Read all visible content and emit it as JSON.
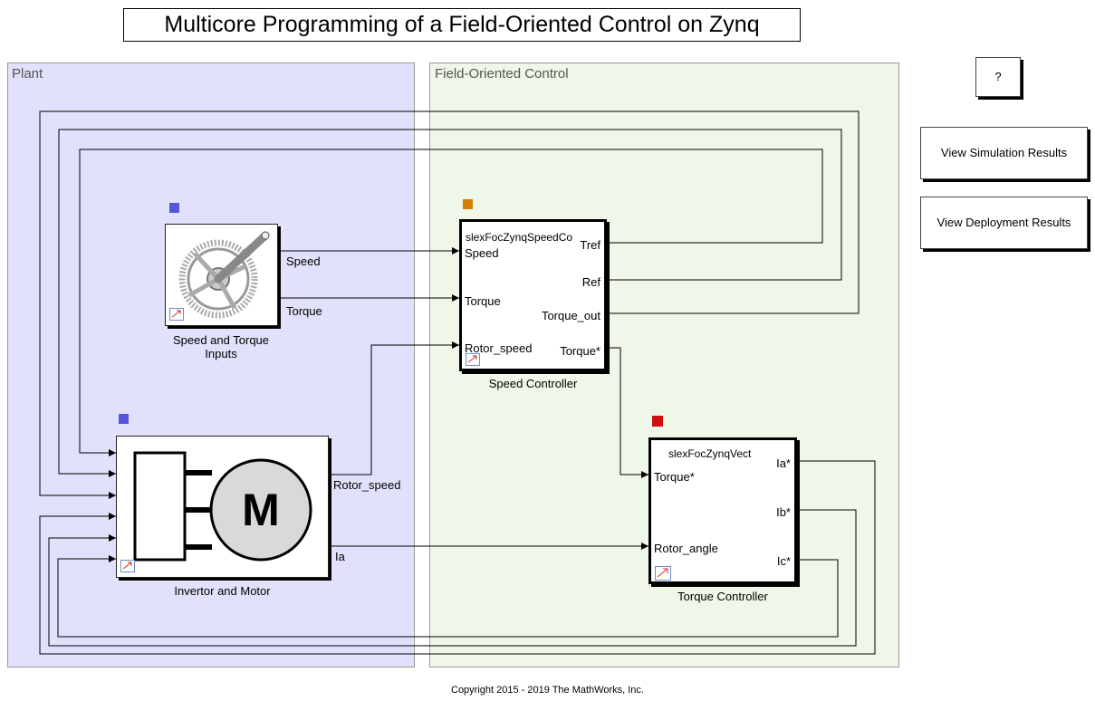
{
  "title": "Multicore Programming of a Field-Oriented Control on Zynq",
  "areas": {
    "plant": "Plant",
    "foc": "Field-Oriented Control"
  },
  "buttons": {
    "help": "?",
    "sim": "View Simulation Results",
    "deploy": "View Deployment Results"
  },
  "blocks": {
    "inputs": {
      "caption": "Speed and Torque\nInputs",
      "out1": "Speed",
      "out2": "Torque"
    },
    "motor": {
      "caption": "Invertor and Motor",
      "letter": "M",
      "out1": "Rotor_speed",
      "out2": "Ia"
    },
    "speed": {
      "name": "slexFocZynqSpeedCo",
      "caption": "Speed Controller",
      "in1": "Speed",
      "in2": "Torque",
      "in3": "Rotor_speed",
      "out1": "Tref",
      "out2": "Ref",
      "out3": "Torque_out",
      "out4": "Torque*"
    },
    "torque": {
      "name": "slexFocZynqVect",
      "caption": "Torque Controller",
      "in1": "Torque*",
      "in2": "Rotor_angle",
      "out1": "Ia*",
      "out2": "Ib*",
      "out3": "Ic*"
    }
  },
  "colors": {
    "plant_badge": "#5555dd",
    "speed_badge": "#d08000",
    "torque_badge": "#cc1111"
  },
  "footer": "Copyright 2015 - 2019 The MathWorks, Inc."
}
